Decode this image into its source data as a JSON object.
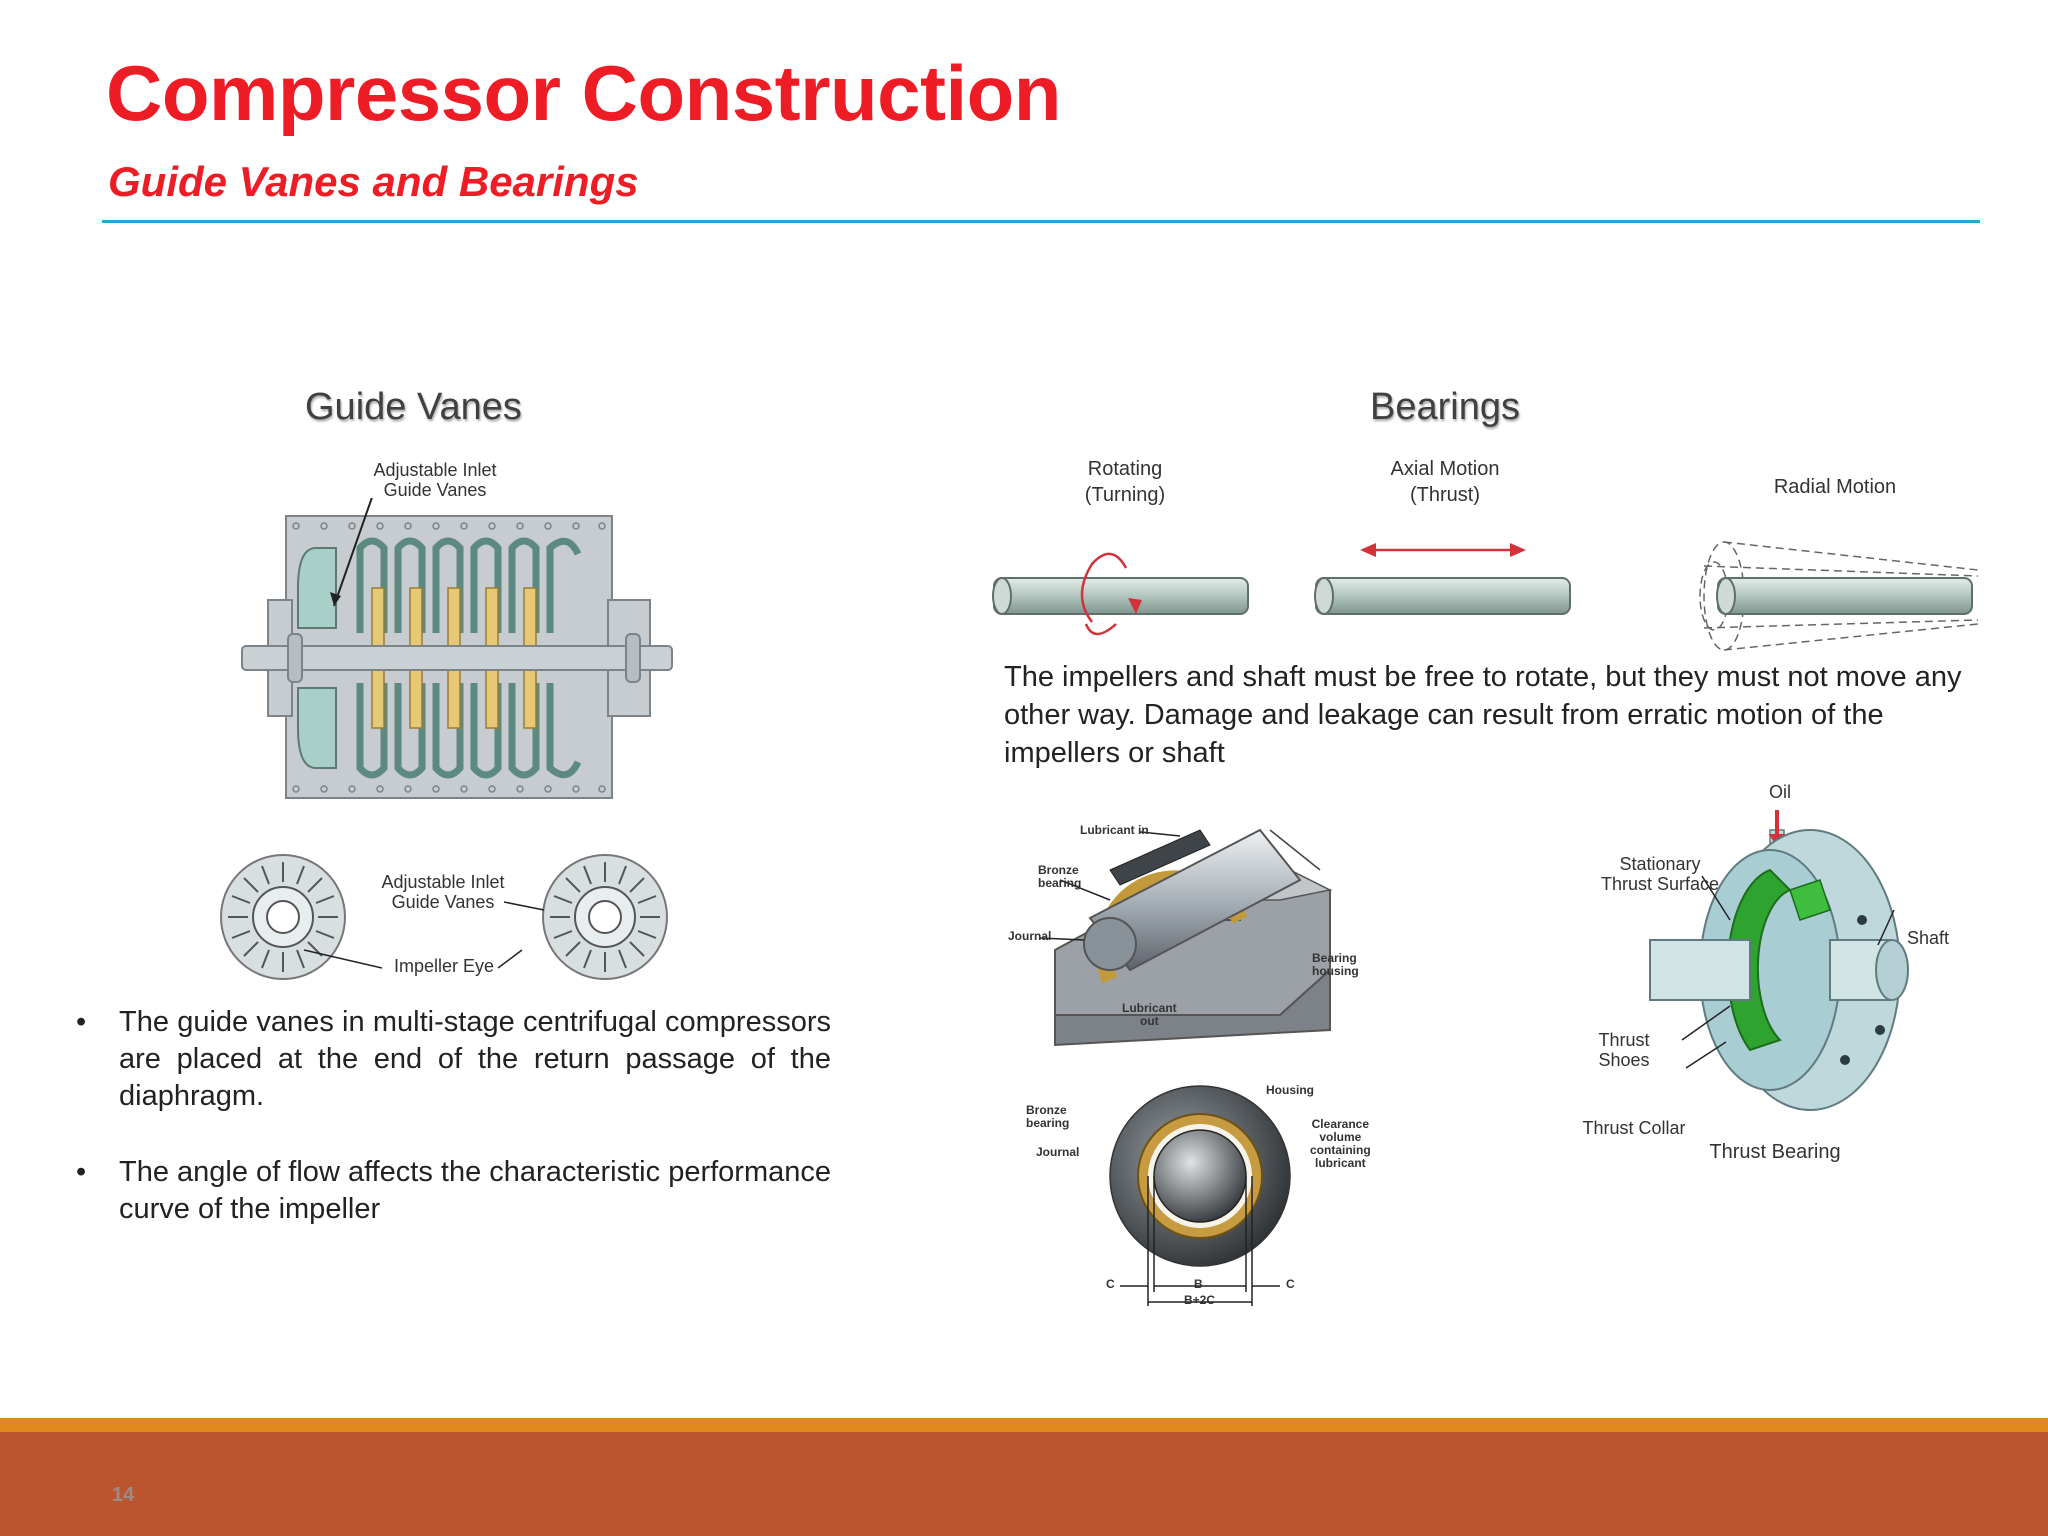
{
  "slide": {
    "title": "Compressor Construction",
    "subtitle": "Guide Vanes and Bearings",
    "page_number": "14"
  },
  "guide_vanes": {
    "heading": "Guide Vanes",
    "diagram_label_top": [
      "Adjustable Inlet",
      "Guide Vanes"
    ],
    "diagram_label_mid": [
      "Adjustable Inlet",
      "Guide Vanes"
    ],
    "impeller_eye_label": "Impeller Eye",
    "bullets": [
      "The guide vanes in multi-stage centrifugal compressors are placed at the end of the return passage of the diaphragm.",
      "The angle of flow affects the characteristic performance curve of the impeller"
    ]
  },
  "bearings": {
    "heading": "Bearings",
    "motion_labels": {
      "rotating": [
        "Rotating",
        "(Turning)"
      ],
      "axial": [
        "Axial Motion",
        "(Thrust)"
      ],
      "radial": "Radial Motion"
    },
    "description": "The impellers and shaft must be free to rotate, but they must not move any other way.  Damage and leakage can result from erratic motion of the impellers or shaft",
    "journal_labels": {
      "lubricant_in": "Lubricant in",
      "bronze_bearing": [
        "Bronze",
        "bearing"
      ],
      "journal": "Journal",
      "bearing_housing": [
        "Bearing",
        "housing"
      ],
      "lubricant_out": [
        "Lubricant",
        "out"
      ]
    },
    "section_labels": {
      "housing": "Housing",
      "bronze_bearing": [
        "Bronze",
        "bearing"
      ],
      "journal": "Journal",
      "clearance": [
        "Clearance",
        "volume",
        "containing",
        "lubricant"
      ],
      "dim_c_left": "C",
      "dim_b": "B",
      "dim_b2c": "B+2C",
      "dim_c_right": "C"
    },
    "thrust_labels": {
      "oil": "Oil",
      "stationary": [
        "Stationary",
        "Thrust Surface"
      ],
      "shaft": "Shaft",
      "shoes": [
        "Thrust",
        "Shoes"
      ],
      "collar": "Thrust Collar",
      "bearing": "Thrust Bearing"
    }
  },
  "colors": {
    "title_red": "#ee1c24",
    "rule_blue": "#22a7d6",
    "footer_orange": "#e08a1e",
    "footer_brown": "#bb5530"
  }
}
